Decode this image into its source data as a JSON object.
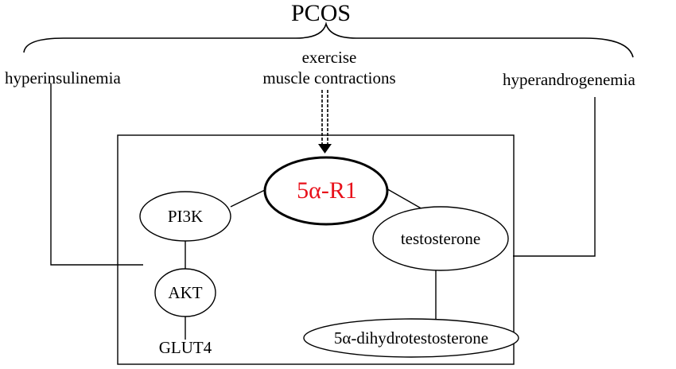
{
  "diagram": {
    "title": "PCOS",
    "left_factor": "hyperinsulinemia",
    "right_factor": "hyperandrogenemia",
    "stimulus_line1": "exercise",
    "stimulus_line2": "muscle contractions",
    "center_node": "5α-R1",
    "pi3k_node": "PI3K",
    "akt_node": "AKT",
    "glut4_label": "GLUT4",
    "testosterone_node": "testosterone",
    "dht_node": "5α-dihydrotestosterone"
  },
  "colors": {
    "center_text": "#e8101a",
    "stroke": "#000000"
  }
}
